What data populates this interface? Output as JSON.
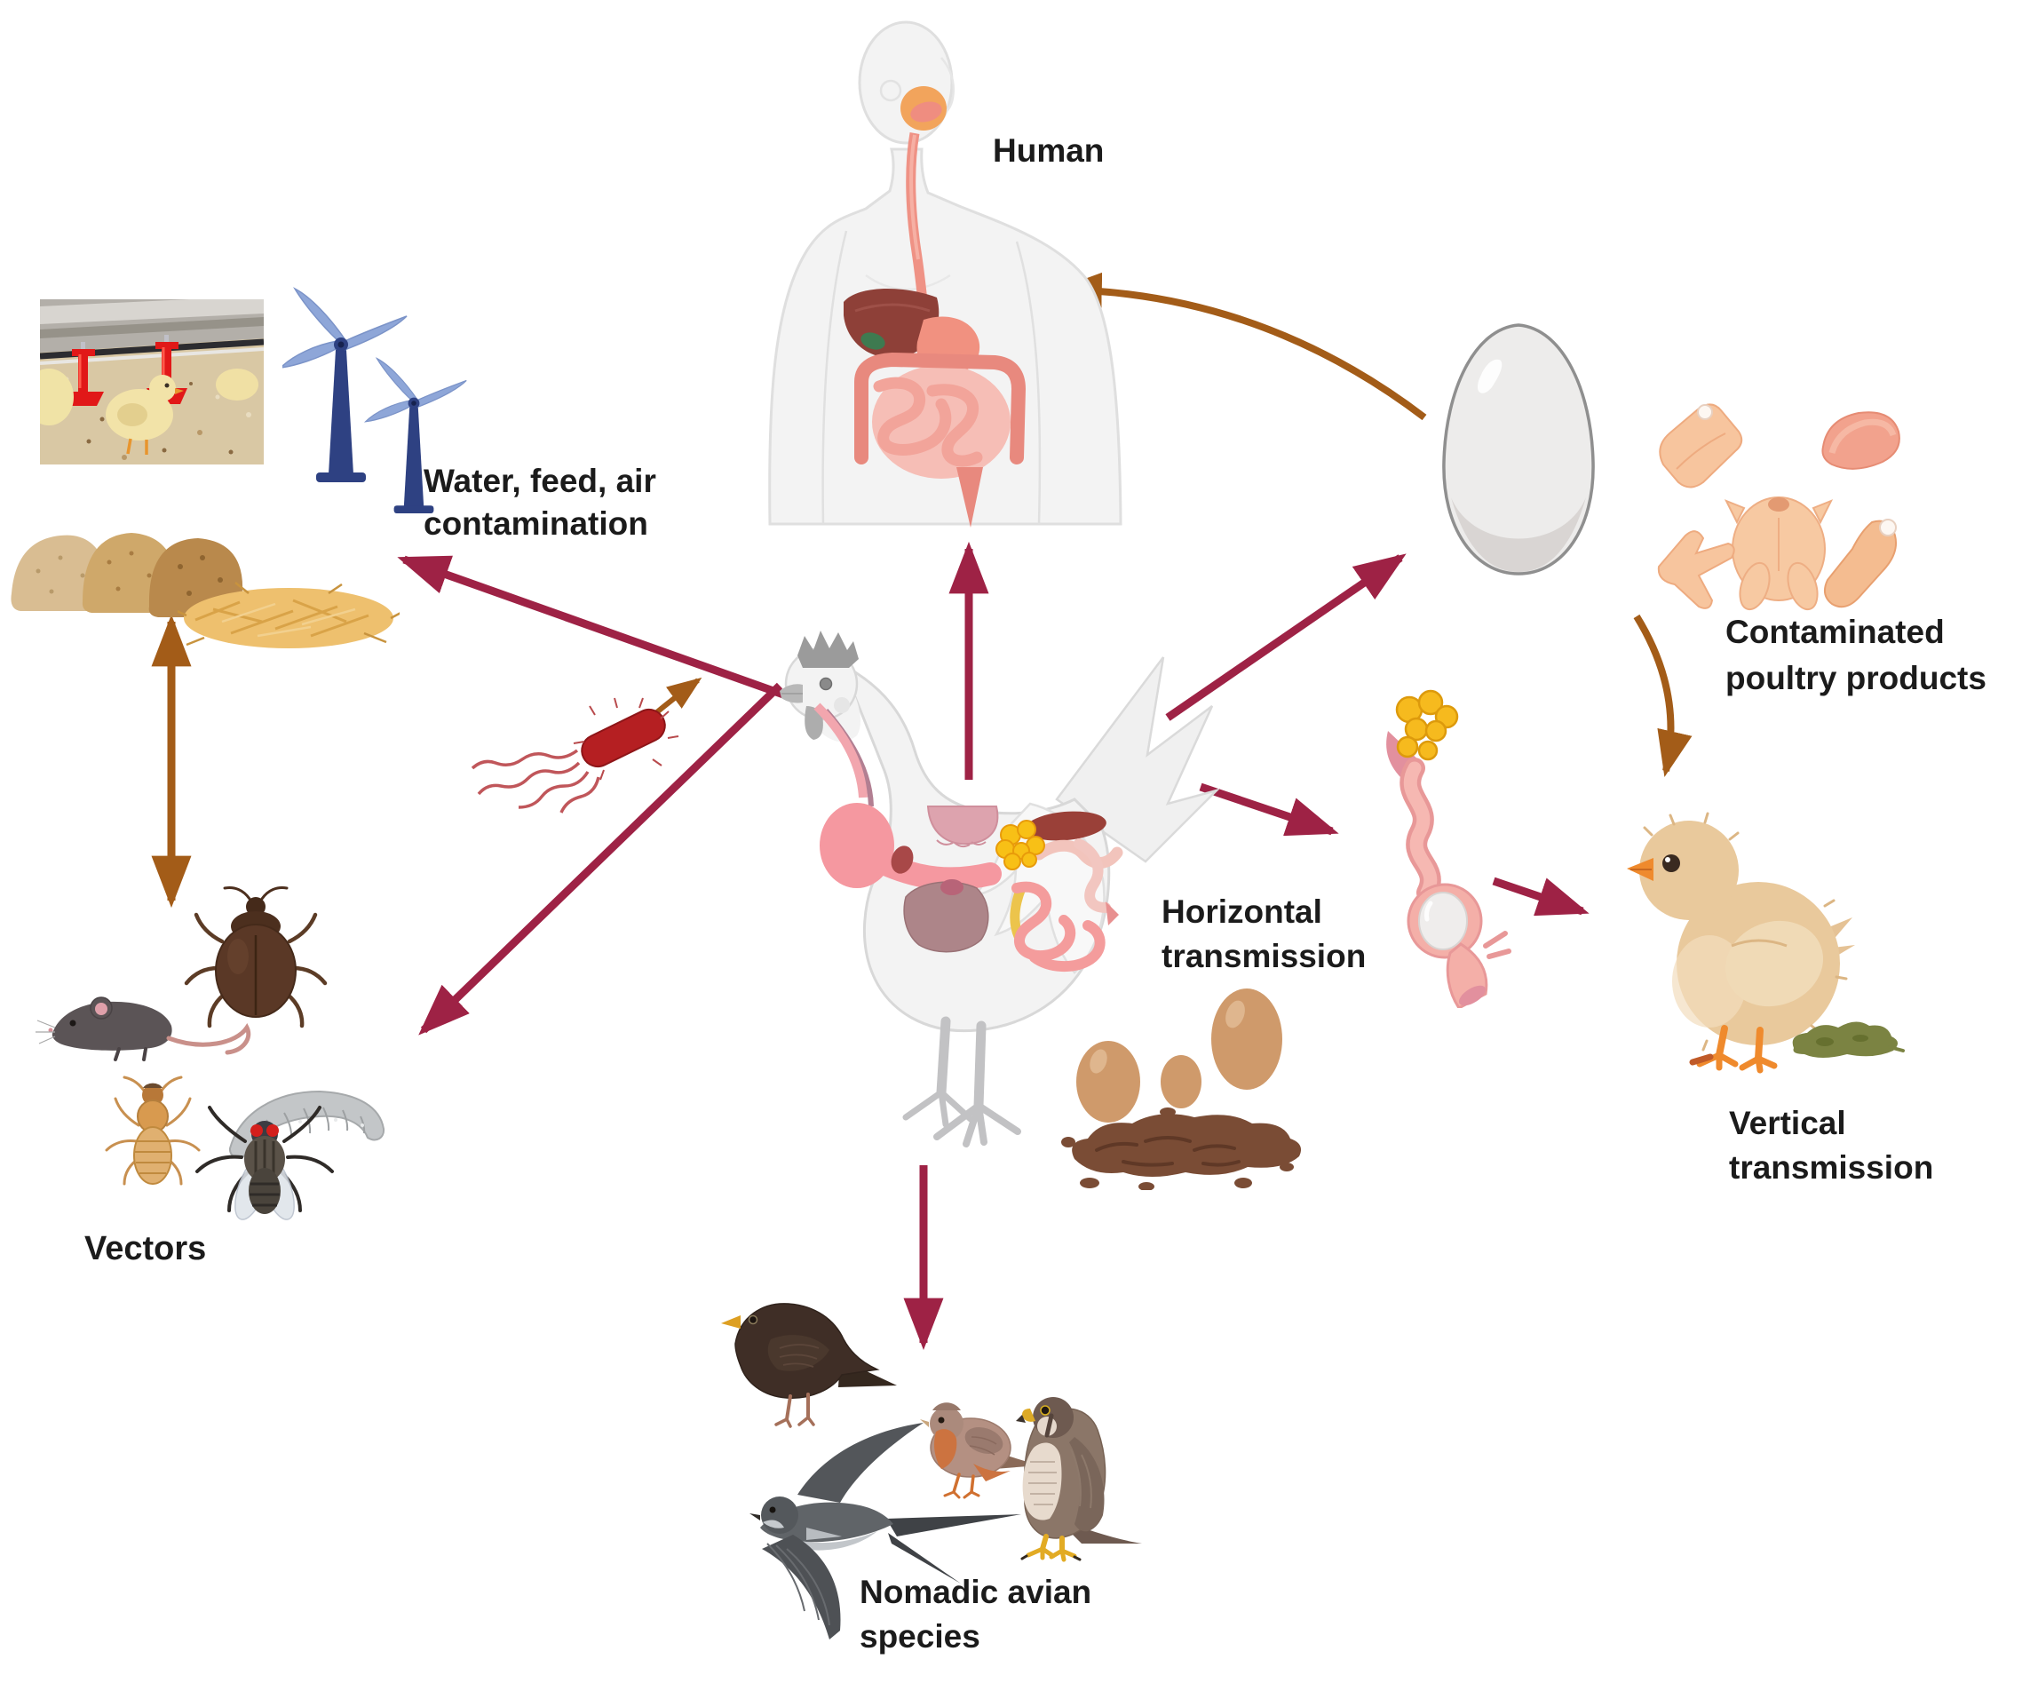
{
  "labels": {
    "human": "Human",
    "water_feed_air_line1": "Water, feed, air",
    "water_feed_air_line2": "contamination",
    "contaminated_line1": "Contaminated",
    "contaminated_line2": "poultry products",
    "horizontal_line1": "Horizontal",
    "horizontal_line2": "transmission",
    "vertical_line1": "Vertical",
    "vertical_line2": "transmission",
    "vectors": "Vectors",
    "nomadic_line1": "Nomadic avian",
    "nomadic_line2": "species"
  },
  "colors": {
    "background": "#ffffff",
    "label_text": "#1b1b1b",
    "arrow_crimson": "#9e2245",
    "arrow_brown": "#a35c18",
    "bacterium_red": "#b51f22",
    "follicle_yellow": "#f8c016",
    "organ_pink": "#f598a0",
    "liver_dark_red": "#9a4038",
    "egg_white": "#edeceb",
    "egg_brown": "#cf9a6b",
    "dropping_brown": "#7a4c35",
    "dropping_green": "#7b8342",
    "turbine_tower_blue": "#2e4182",
    "turbine_blade_blue": "#8ea6d8",
    "drinker_red": "#e11818",
    "chick_tan": "#e9c99c"
  },
  "nodes": [
    {
      "id": "human",
      "depicts": "human torso with digestive system"
    },
    {
      "id": "chicken",
      "depicts": "hen with internal organs"
    },
    {
      "id": "bacterium",
      "depicts": "rod-shaped bacterium with flagella"
    },
    {
      "id": "drinking-chicks-photo",
      "depicts": "chicks at red nipple drinkers on litter"
    },
    {
      "id": "wind-turbines",
      "depicts": "two wind turbines (air)"
    },
    {
      "id": "feed-piles",
      "depicts": "three piles of poultry feed"
    },
    {
      "id": "straw",
      "depicts": "straw bedding pile"
    },
    {
      "id": "white-egg",
      "depicts": "white egg"
    },
    {
      "id": "poultry-products",
      "depicts": "raw chicken meat cuts"
    },
    {
      "id": "oviduct",
      "depicts": "hen reproductive tract with follicles and egg"
    },
    {
      "id": "chick",
      "depicts": "young chick"
    },
    {
      "id": "green-dropping",
      "depicts": "green fecal dropping"
    },
    {
      "id": "brown-eggs-droppings",
      "depicts": "brown eggs with feces"
    },
    {
      "id": "vectors-group",
      "depicts": "beetle, mouse, larva, mite, fly"
    },
    {
      "id": "nomadic-birds",
      "depicts": "blackbird, swallow, sparrow, falcon"
    }
  ],
  "edges": [
    {
      "from": "chicken",
      "to": "human",
      "color": "crimson"
    },
    {
      "from": "chicken",
      "to": "white-egg",
      "color": "crimson"
    },
    {
      "from": "chicken",
      "to": "oviduct",
      "color": "crimson"
    },
    {
      "from": "oviduct",
      "to": "chick",
      "color": "crimson"
    },
    {
      "from": "chicken",
      "to": "water-feed-air-contamination",
      "color": "crimson"
    },
    {
      "from": "chicken",
      "to": "vectors",
      "color": "crimson"
    },
    {
      "from": "chicken",
      "to": "nomadic-avian-species",
      "color": "crimson"
    },
    {
      "from": "bacterium",
      "to": "chicken",
      "color": "brown",
      "curved": true
    },
    {
      "from": "white-egg",
      "to": "human",
      "color": "brown",
      "curved": true
    },
    {
      "from": "contaminated-poultry-products",
      "to": "chick",
      "color": "brown",
      "curved": true
    },
    {
      "from": "feed",
      "to": "vectors",
      "color": "brown",
      "double_headed": true
    }
  ]
}
